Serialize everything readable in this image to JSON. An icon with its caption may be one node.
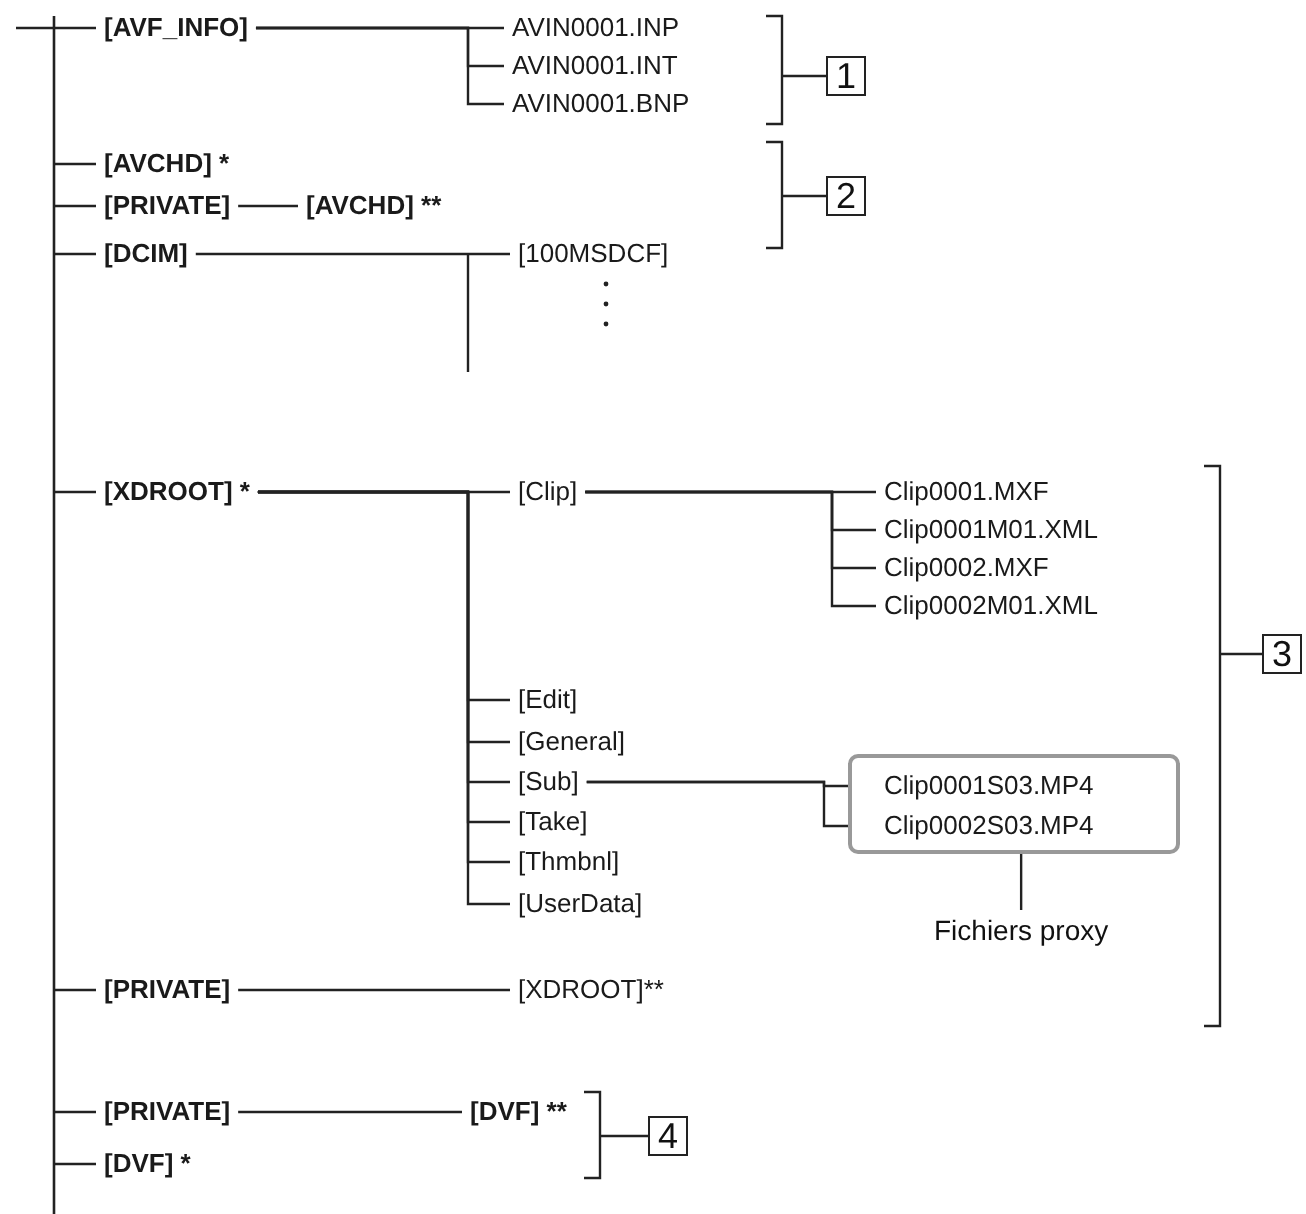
{
  "diagram": {
    "nodes": [
      {
        "text": [
          "[AVF_INFO]"
        ]
      },
      {
        "text": [
          "AVIN0001.INP"
        ]
      },
      {
        "text": [
          "AVIN0001.INT"
        ]
      },
      {
        "text": [
          "AVIN0001.BNP"
        ]
      },
      {
        "text": [
          "1"
        ]
      },
      {
        "text": [
          "[AVCHD] *"
        ]
      },
      {
        "text": [
          "[PRIVATE]"
        ]
      },
      {
        "text": [
          "[AVCHD] **"
        ]
      },
      {
        "text": [
          "2"
        ]
      },
      {
        "text": [
          "[DCIM]"
        ]
      },
      {
        "text": [
          "[100MSDCF]"
        ]
      },
      {
        "text": [
          "[XDROOT] *"
        ]
      },
      {
        "text": [
          "[Clip]"
        ]
      },
      {
        "text": [
          "Clip0001.MXF"
        ]
      },
      {
        "text": [
          "Clip0001M01.XML"
        ]
      },
      {
        "text": [
          "Clip0002.MXF"
        ]
      },
      {
        "text": [
          "Clip0002M01.XML"
        ]
      },
      {
        "text": [
          "[Edit]"
        ]
      },
      {
        "text": [
          "[General]"
        ]
      },
      {
        "text": [
          "[Sub]"
        ]
      },
      {
        "text": [],
        "shape": "box"
      },
      {
        "text": [
          "Clip0001S03.MP4"
        ],
        "in": 20
      },
      {
        "text": [
          "Clip0002S03.MP4"
        ],
        "in": 20
      },
      {
        "text": [
          "Fichiers proxy"
        ]
      },
      {
        "text": [
          "[Take]"
        ]
      },
      {
        "text": [
          "[Thmbnl]"
        ]
      },
      {
        "text": [
          "[UserData]"
        ]
      },
      {
        "text": [
          "3"
        ]
      },
      {
        "text": [
          "[PRIVATE]"
        ]
      },
      {
        "text": [
          "[XDROOT]**"
        ]
      },
      {
        "text": [
          "[PRIVATE]"
        ]
      },
      {
        "text": [
          "[DVF] **"
        ]
      },
      {
        "text": [
          "[DVF] *"
        ]
      },
      {
        "text": [
          "4"
        ]
      }
    ],
    "edges": [
      {
        "from": null,
        "to": 0,
        "arrow": "none"
      },
      {
        "from": 0,
        "to": 1,
        "arrow": "none"
      },
      {
        "from": 0,
        "to": 2,
        "arrow": "none"
      },
      {
        "from": 0,
        "to": 3,
        "arrow": "none"
      },
      {
        "from": null,
        "to": 5,
        "arrow": "none"
      },
      {
        "from": null,
        "to": 6,
        "arrow": "none"
      },
      {
        "from": 6,
        "to": 7,
        "arrow": "none"
      },
      {
        "from": null,
        "to": 9,
        "arrow": "none"
      },
      {
        "from": 9,
        "to": 10,
        "arrow": "none"
      },
      {
        "from": null,
        "to": 11,
        "arrow": "none"
      },
      {
        "from": 11,
        "to": 12,
        "arrow": "none"
      },
      {
        "from": 12,
        "to": 13,
        "arrow": "none"
      },
      {
        "from": 12,
        "to": 14,
        "arrow": "none"
      },
      {
        "from": 12,
        "to": 15,
        "arrow": "none"
      },
      {
        "from": 12,
        "to": 16,
        "arrow": "none"
      },
      {
        "from": 11,
        "to": 17,
        "arrow": "none"
      },
      {
        "from": 11,
        "to": 18,
        "arrow": "none"
      },
      {
        "from": 11,
        "to": 19,
        "arrow": "none"
      },
      {
        "from": 19,
        "to": 21,
        "arrow": "none"
      },
      {
        "from": 19,
        "to": 22,
        "arrow": "none"
      },
      {
        "from": 20,
        "to": 23,
        "arrow": "none"
      },
      {
        "from": 11,
        "to": 24,
        "arrow": "none"
      },
      {
        "from": 11,
        "to": 25,
        "arrow": "none"
      },
      {
        "from": 11,
        "to": 26,
        "arrow": "none"
      },
      {
        "from": null,
        "to": 28,
        "arrow": "none"
      },
      {
        "from": 28,
        "to": 29,
        "arrow": "none"
      },
      {
        "from": null,
        "to": 30,
        "arrow": "none"
      },
      {
        "from": 30,
        "to": 31,
        "arrow": "none"
      },
      {
        "from": null,
        "to": 32,
        "arrow": "none"
      }
    ]
  }
}
